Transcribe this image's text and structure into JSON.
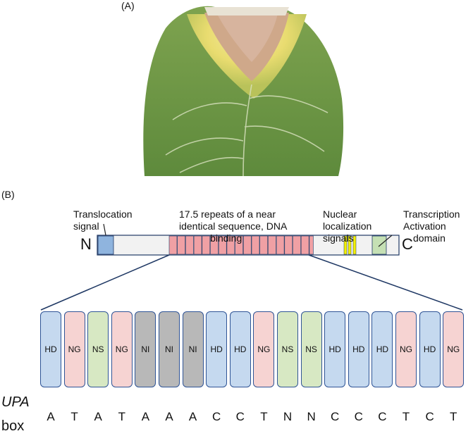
{
  "panels": {
    "a_label": "(A)",
    "b_label": "(B)"
  },
  "protein": {
    "n_term": "N",
    "c_term": "C",
    "annotations": {
      "translocation": [
        "Translocation",
        "signal"
      ],
      "repeats": [
        "17.5 repeats of a near",
        "identical sequence, DNA",
        "binding"
      ],
      "nls": [
        "Nuclear",
        "localization",
        "signals"
      ],
      "activation": [
        "Transcription",
        "Activation",
        "domain"
      ]
    },
    "repeat_count": 17.5
  },
  "rvds": [
    "HD",
    "NG",
    "NS",
    "NG",
    "NI",
    "NI",
    "NI",
    "HD",
    "HD",
    "NG",
    "NS",
    "NS",
    "HD",
    "HD",
    "HD",
    "NG",
    "HD",
    "NG"
  ],
  "rvd_colors": {
    "HD": "#c5d9ef",
    "NG": "#f6d3d2",
    "NS": "#d7e8c3",
    "NI": "#b8b8b8"
  },
  "upa": {
    "label_upa": "UPA",
    "label_box": "box",
    "bases": [
      "A",
      "T",
      "A",
      "T",
      "A",
      "A",
      "A",
      "C",
      "C",
      "T",
      "N",
      "N",
      "C",
      "C",
      "C",
      "T",
      "C",
      "T"
    ]
  },
  "colors": {
    "translocation": "#8fb4de",
    "repeat": "#f0a0a4",
    "nls": "#f5f000",
    "activation": "#c5e0b4",
    "outline": "#1f3864"
  }
}
